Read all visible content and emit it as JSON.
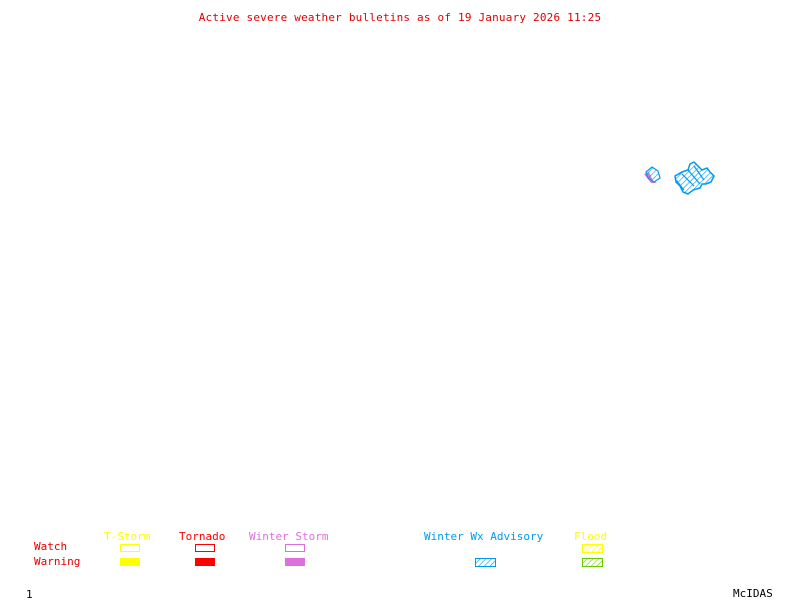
{
  "title": "Active severe weather bulletins as of 19 January 2026 11:25",
  "colors": {
    "title": "#e00000",
    "tstorm": "#ffff00",
    "tornado": "#ff0000",
    "winter_storm": "#dd70dd",
    "winter_wx_advisory": "#0099ee",
    "flood_watch": "#ffff00",
    "flood_warning": "#66cc00",
    "row_labels": "#e00000",
    "footer": "#000000"
  },
  "legend": {
    "row_labels": {
      "watch": "Watch",
      "warning": "Warning"
    },
    "categories": [
      {
        "key": "tstorm",
        "label": "T-Storm",
        "watch": "outline",
        "warning": "filled"
      },
      {
        "key": "tornado",
        "label": "Tornado",
        "watch": "outline",
        "warning": "filled"
      },
      {
        "key": "winter_storm",
        "label": "Winter Storm",
        "watch": "outline",
        "warning": "filled"
      },
      {
        "key": "winter_wx_advisory",
        "label": "Winter Wx Advisory",
        "watch": "none",
        "warning": "hatched"
      },
      {
        "key": "flood",
        "label": "Flood",
        "watch": "hatched",
        "warning": "hatched"
      }
    ]
  },
  "map_features": [
    {
      "name": "winter-storm-area-small",
      "type": "winter_storm_warning"
    },
    {
      "name": "winter-wx-advisory-area-small",
      "type": "winter_wx_advisory"
    },
    {
      "name": "winter-wx-advisory-area-large",
      "type": "winter_wx_advisory"
    }
  ],
  "footer": {
    "frame_number": "1",
    "software": "McIDAS"
  }
}
